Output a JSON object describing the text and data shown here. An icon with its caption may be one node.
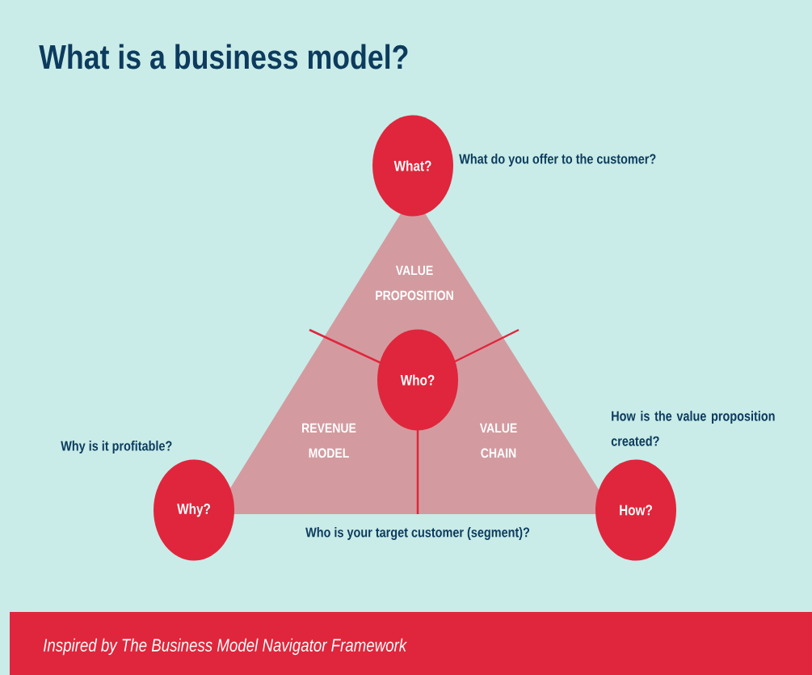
{
  "diagram": {
    "title": "What is a business model?",
    "nodes": [
      {
        "text": [
          "What?"
        ],
        "beside": [
          "What do you offer to the customer?"
        ]
      },
      {
        "text": [
          "VALUE PROPOSITION",
          "REVENUE MODEL",
          "VALUE CHAIN"
        ]
      },
      {
        "text": [
          "Who?"
        ],
        "in": 1
      },
      {
        "text": [
          "Why?"
        ],
        "beside": [
          "Why is it profitable?"
        ]
      },
      {
        "text": [
          "How?"
        ],
        "beside": [
          "How is the value proposition created?"
        ]
      },
      {
        "text": [
          "Inspired by The Business Model Navigator Framework"
        ]
      }
    ],
    "labels": [
      "Who is your target customer (segment)?"
    ]
  }
}
